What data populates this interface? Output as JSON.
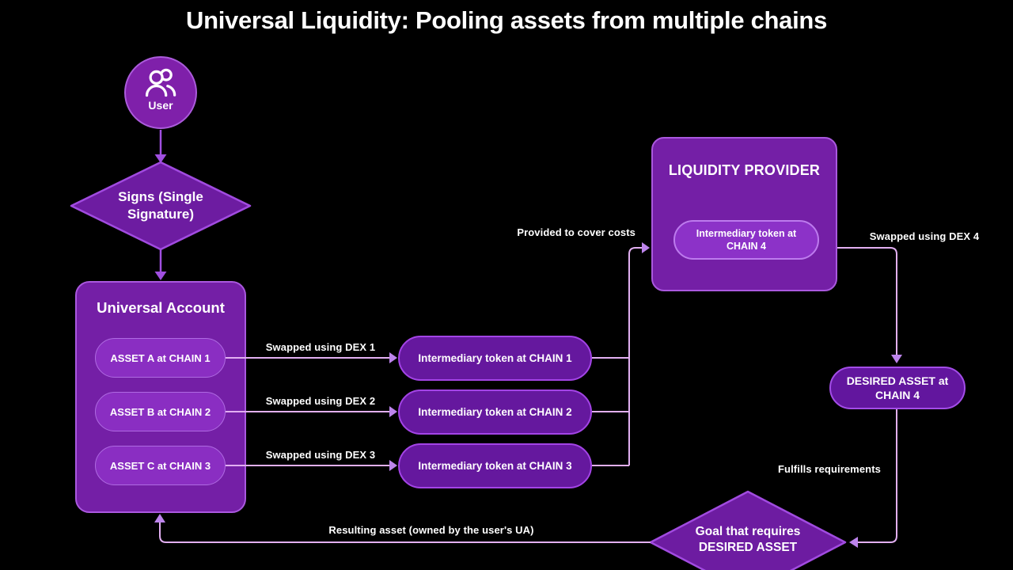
{
  "title": "Universal Liquidity: Pooling assets from multiple chains",
  "colors": {
    "background": "#000000",
    "node_fill_dark": "#65189E",
    "node_fill_mid": "#741FA6",
    "node_fill_light": "#8C32C8",
    "node_stroke": "#AA58DF",
    "node_stroke_bright": "#A344E6",
    "line_light": "#E2AFF2",
    "line_bright": "#A04FE0",
    "arrowhead_light": "#BD84EC",
    "text": "#FFFFFF"
  },
  "nodes": {
    "user": {
      "label": "User",
      "icon": "users-icon"
    },
    "signs": {
      "line1": "Signs (Single",
      "line2": "Signature)"
    },
    "universal_account": {
      "title": "Universal Account",
      "assets": [
        "ASSET A at CHAIN 1",
        "ASSET B at CHAIN 2",
        "ASSET C at CHAIN 3"
      ]
    },
    "intermediaries": [
      "Intermediary token at CHAIN 1",
      "Intermediary token at CHAIN 2",
      "Intermediary token at CHAIN 3"
    ],
    "liquidity_provider": {
      "title": "LIQUIDITY PROVIDER",
      "token_line1": "Intermediary token at",
      "token_line2": "CHAIN 4"
    },
    "desired_asset": {
      "line1": "DESIRED ASSET at",
      "line2": "CHAIN 4"
    },
    "goal": {
      "line1": "Goal that requires",
      "line2": "DESIRED ASSET"
    }
  },
  "edges": {
    "dex1": "Swapped using DEX 1",
    "dex2": "Swapped using DEX 2",
    "dex3": "Swapped using DEX 3",
    "provided": "Provided to cover costs",
    "dex4": "Swapped using DEX 4",
    "fulfills": "Fulfills requirements",
    "resulting": "Resulting asset (owned by the user's UA)"
  }
}
